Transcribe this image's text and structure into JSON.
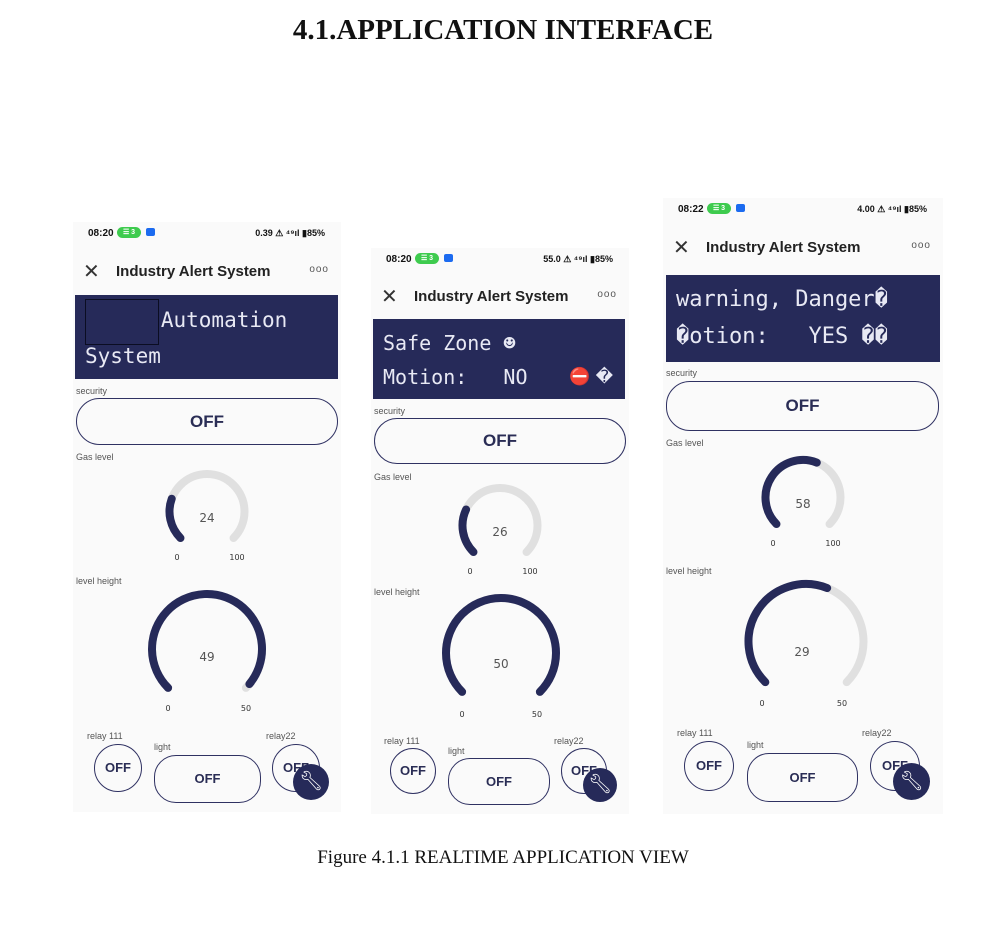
{
  "page": {
    "heading": "4.1.APPLICATION INTERFACE",
    "caption": "Figure 4.1.1 REALTIME APPLICATION VIEW"
  },
  "phones": [
    {
      "status": {
        "time": "08:20",
        "badge": "☰ 3",
        "right": "0.39 ⚠ ⁴⁹ıl ▮85%"
      },
      "title": "Industry Alert System",
      "menu": "ooo",
      "lcd": {
        "line1": "      Automation",
        "line2": "System"
      },
      "security_label": "security",
      "security_btn": "OFF",
      "gas_label": "Gas level",
      "gas": {
        "value": 24,
        "display": "24",
        "min": "0",
        "max": "100"
      },
      "level_label": "level height",
      "level": {
        "value": 49,
        "display": "49",
        "min": "0",
        "max": "50"
      },
      "relay1_label": "relay 111",
      "relay1_btn": "OFF",
      "light_label": "light",
      "light_btn": "OFF",
      "relay2_label": "relay22",
      "relay2_btn": "OFF",
      "fab_icon": "wrench-icon"
    },
    {
      "status": {
        "time": "08:20",
        "badge": "☰ 3",
        "right": "55.0 ⚠ ⁴⁹ıl ▮85%"
      },
      "title": "Industry Alert System",
      "menu": "ooo",
      "lcd": {
        "line1": "Safe Zone ☻",
        "line2": "Motion:   NO",
        "line2_icons": "⛔ �"
      },
      "security_label": "security",
      "security_btn": "OFF",
      "gas_label": "Gas level",
      "gas": {
        "value": 26,
        "display": "26",
        "min": "0",
        "max": "100"
      },
      "level_label": "level height",
      "level": {
        "value": 50,
        "display": "50",
        "min": "0",
        "max": "50"
      },
      "relay1_label": "relay 111",
      "relay1_btn": "OFF",
      "light_label": "light",
      "light_btn": "OFF",
      "relay2_label": "relay22",
      "relay2_btn": "OFF",
      "fab_icon": "wrench-icon"
    },
    {
      "status": {
        "time": "08:22",
        "badge": "☰ 3",
        "right": "4.00 ⚠ ⁴⁹ıl ▮85%"
      },
      "title": "Industry Alert System",
      "menu": "ooo",
      "lcd": {
        "line1": "warning, Danger�",
        "line2": "�otion:   YES ��"
      },
      "security_label": "security",
      "security_btn": "OFF",
      "gas_label": "Gas level",
      "gas": {
        "value": 58,
        "display": "58",
        "min": "0",
        "max": "100"
      },
      "level_label": "level height",
      "level": {
        "value": 29,
        "display": "29",
        "min": "0",
        "max": "50"
      },
      "relay1_label": "relay 111",
      "relay1_btn": "OFF",
      "light_label": "light",
      "light_btn": "OFF",
      "relay2_label": "relay22",
      "relay2_btn": "OFF",
      "fab_icon": "wrench-icon"
    }
  ],
  "colors": {
    "accent": "#262a59",
    "track": "#e0e0e0",
    "badge": "#3ecb4e",
    "status_icon": "#1c6bf0"
  }
}
